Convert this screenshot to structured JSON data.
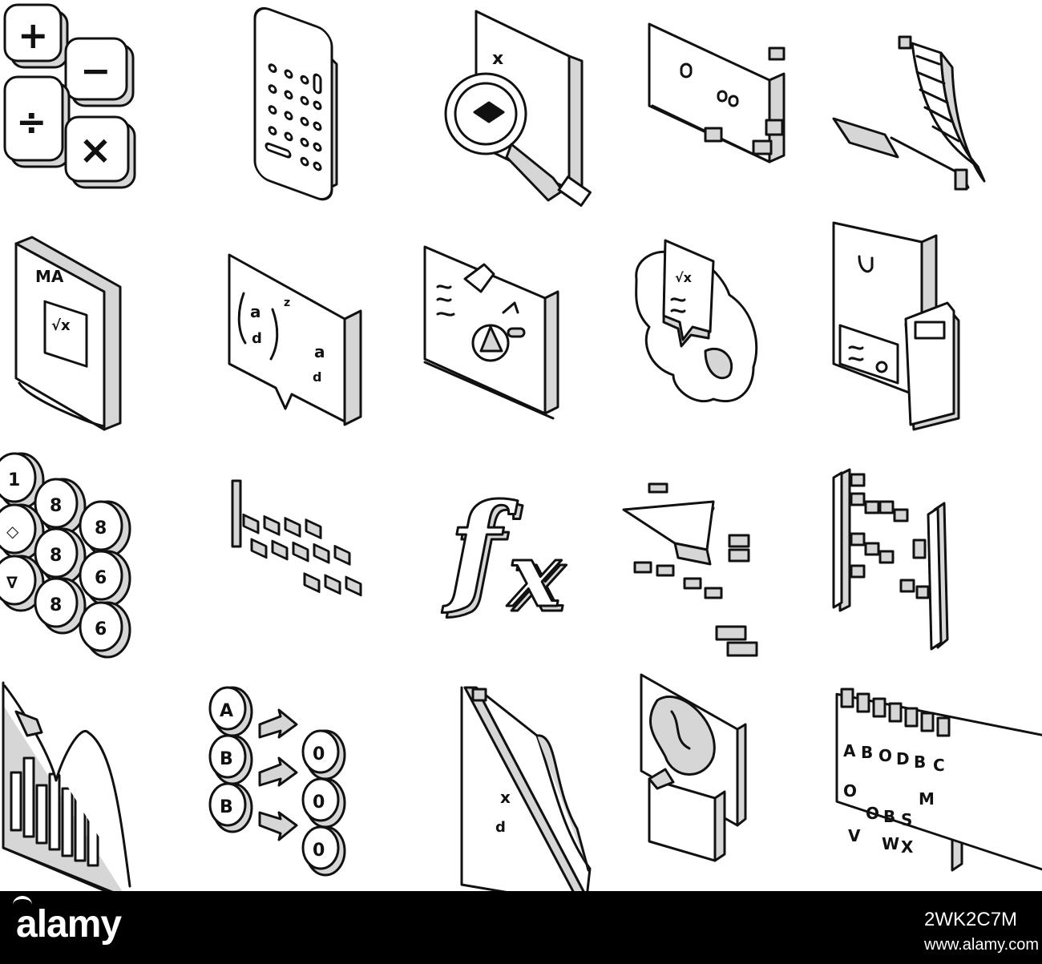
{
  "footer": {
    "brand": "alamy",
    "image_id": "2WK2C7M",
    "site": "www.alamy.com"
  },
  "icons": [
    {
      "name": "math-operations-icon"
    },
    {
      "name": "calculator-phone-icon"
    },
    {
      "name": "search-formula-icon"
    },
    {
      "name": "board-icon"
    },
    {
      "name": "graph-area-icon"
    },
    {
      "name": "math-book-icon"
    },
    {
      "name": "matrix-message-icon"
    },
    {
      "name": "geometry-board-icon"
    },
    {
      "name": "brain-formula-icon"
    },
    {
      "name": "calculator-notes-icon"
    },
    {
      "name": "numbers-icon"
    },
    {
      "name": "equation-icon"
    },
    {
      "name": "function-fx-icon"
    },
    {
      "name": "triangle-formula-icon"
    },
    {
      "name": "matrix-brackets-icon"
    },
    {
      "name": "statistics-chart-icon"
    },
    {
      "name": "logic-diagram-icon"
    },
    {
      "name": "graph-formula-icon"
    },
    {
      "name": "brain-puzzle-icon"
    },
    {
      "name": "alphabet-board-icon"
    }
  ],
  "glyphs": {
    "plus": "+",
    "minus": "−",
    "divide": "÷",
    "times": "×",
    "f": "f",
    "x": "x",
    "numbers": [
      "1",
      "8",
      "◇",
      "8",
      "8",
      "∇",
      "6",
      "8",
      "6"
    ],
    "letters_a": [
      "A",
      "B",
      "B",
      "0",
      "0",
      "0"
    ],
    "alphabet": [
      "A",
      "B",
      "O",
      "D",
      "B",
      "C",
      "O",
      "M",
      "O",
      "B",
      "S",
      "V",
      "W",
      "X"
    ],
    "ma": "MA",
    "matrix_a": "a",
    "matrix_d": "d",
    "matrix_z": "z",
    "root": "√x"
  }
}
